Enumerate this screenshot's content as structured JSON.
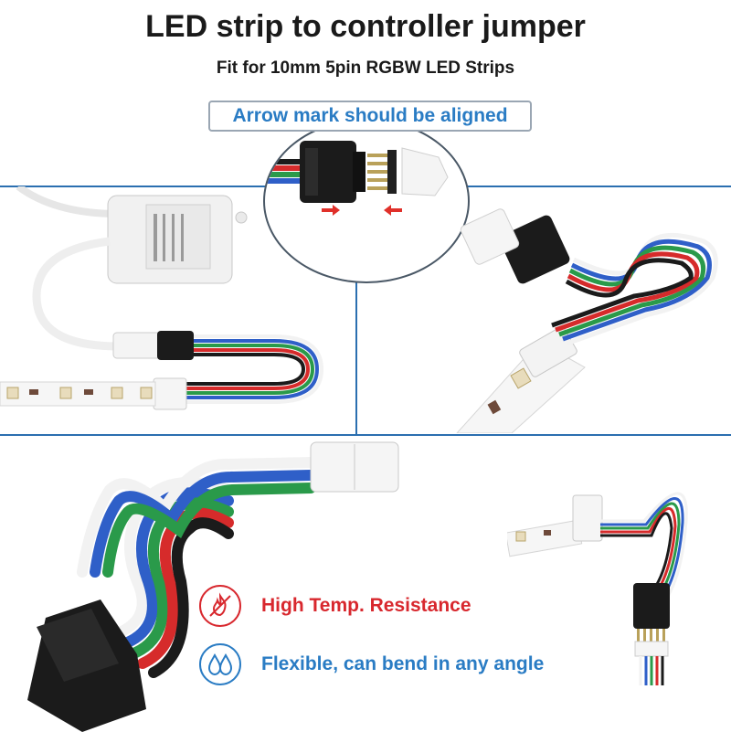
{
  "header": {
    "title": "LED strip to controller jumper",
    "subtitle": "Fit for 10mm 5pin RGBW LED Strips"
  },
  "callout": {
    "text": "Arrow mark should be aligned"
  },
  "features": [
    {
      "icon": "flame-icon",
      "text": "High Temp. Resistance",
      "color": "#d8282e"
    },
    {
      "icon": "water-drop-icon",
      "text": "Flexible, can bend in any angle",
      "color": "#2a7cc4"
    }
  ],
  "colors": {
    "divider": "#2b6fb0",
    "wire_black": "#1b1b1b",
    "wire_red": "#d62b2b",
    "wire_green": "#2a9a4a",
    "wire_blue": "#2f5fc8",
    "wire_white": "#f2f2f2",
    "arrow_red": "#e0302a"
  }
}
